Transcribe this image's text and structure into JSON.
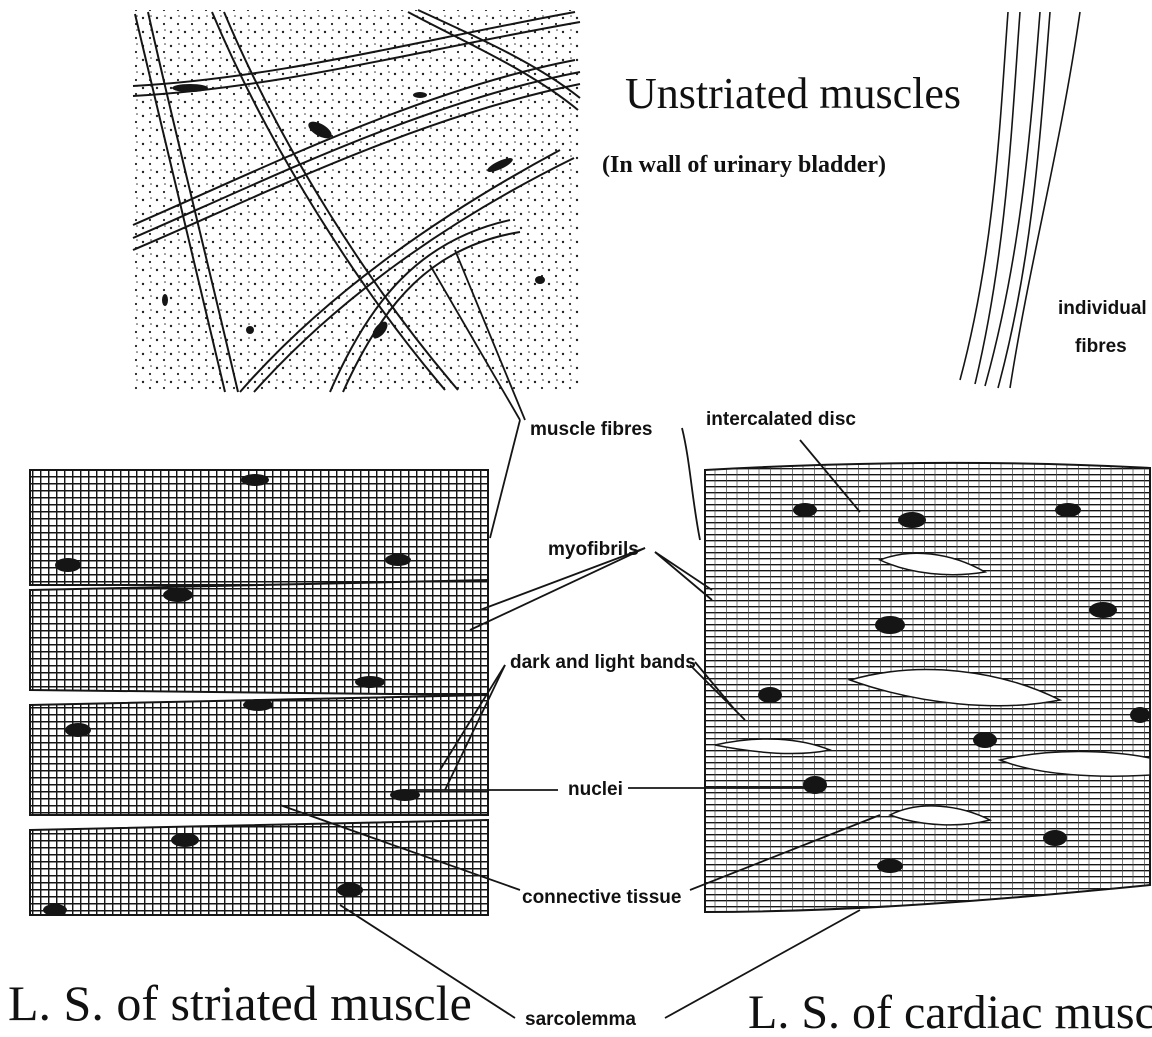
{
  "titles": {
    "unstriated": "Unstriated muscles",
    "unstriated_sub": "(In wall of urinary bladder)",
    "striated": "L. S. of striated muscle",
    "cardiac": "L. S. of cardiac muscle"
  },
  "labels": {
    "individual_line1": "individual",
    "individual_line2": "fibres",
    "muscle_fibres": "muscle fibres",
    "intercalated_disc": "intercalated disc",
    "myofibrils": "myofibrils",
    "dark_light_bands": "dark and light bands",
    "nuclei": "nuclei",
    "connective_tissue": "connective tissue",
    "sarcolemma": "sarcolemma"
  },
  "colors": {
    "ink": "#111111",
    "paper": "#ffffff",
    "nucleus": "#1a1a1a"
  }
}
